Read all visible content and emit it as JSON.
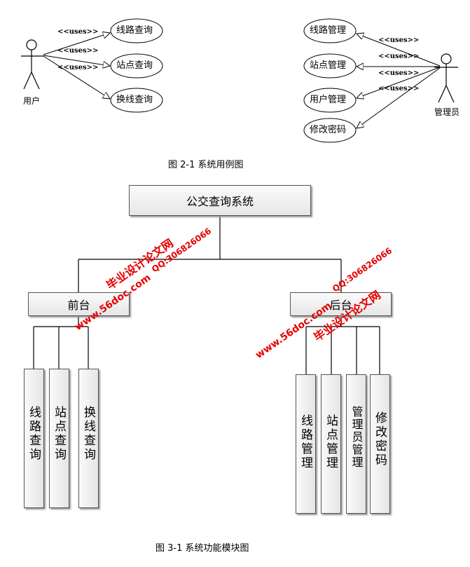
{
  "figure1": {
    "user_actor": "用户",
    "admin_actor": "管理员",
    "uses_label": "<<uses>>",
    "user_cases": [
      "线路查询",
      "站点查询",
      "换线查询"
    ],
    "admin_cases": [
      "线路管理",
      "站点管理",
      "用户管理",
      "修改密码"
    ],
    "caption": "图 2-1  系统用例图"
  },
  "figure2": {
    "root": "公交查询系统",
    "front_label": "前台",
    "back_label": "后台",
    "front_modules": [
      "线路查询",
      "站点查询",
      "换线查询"
    ],
    "back_modules": [
      "线路管理",
      "站点管理",
      "管理员管理",
      "修改密码"
    ],
    "caption": "图 3-1 系统功能模块图"
  },
  "watermark": {
    "site": "毕业设计论文网",
    "url": "www.56doc.com",
    "qq": "QQ:306826066",
    "color": "#e60000"
  }
}
